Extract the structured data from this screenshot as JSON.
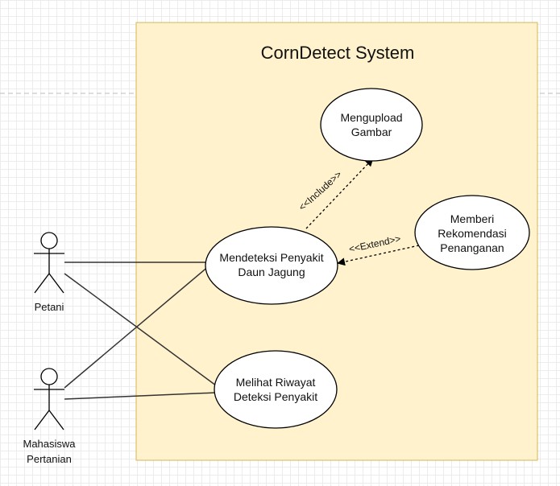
{
  "system": {
    "title": "CornDetect System"
  },
  "actors": {
    "petani": {
      "label": "Petani"
    },
    "mahasiswa": {
      "line1": "Mahasiswa",
      "line2": "Pertanian"
    }
  },
  "use_cases": {
    "mengupload": {
      "line1": "Mengupload",
      "line2": "Gambar"
    },
    "mendeteksi": {
      "line1": "Mendeteksi Penyakit",
      "line2": "Daun Jagung"
    },
    "rekomendasi": {
      "line1": "Memberi",
      "line2": "Rekomendasi",
      "line3": "Penanganan"
    },
    "riwayat": {
      "line1": "Melihat Riwayat",
      "line2": "Deteksi Penyakit"
    }
  },
  "relations": {
    "include": "<<Include>>",
    "extend": "<<Extend>>"
  }
}
